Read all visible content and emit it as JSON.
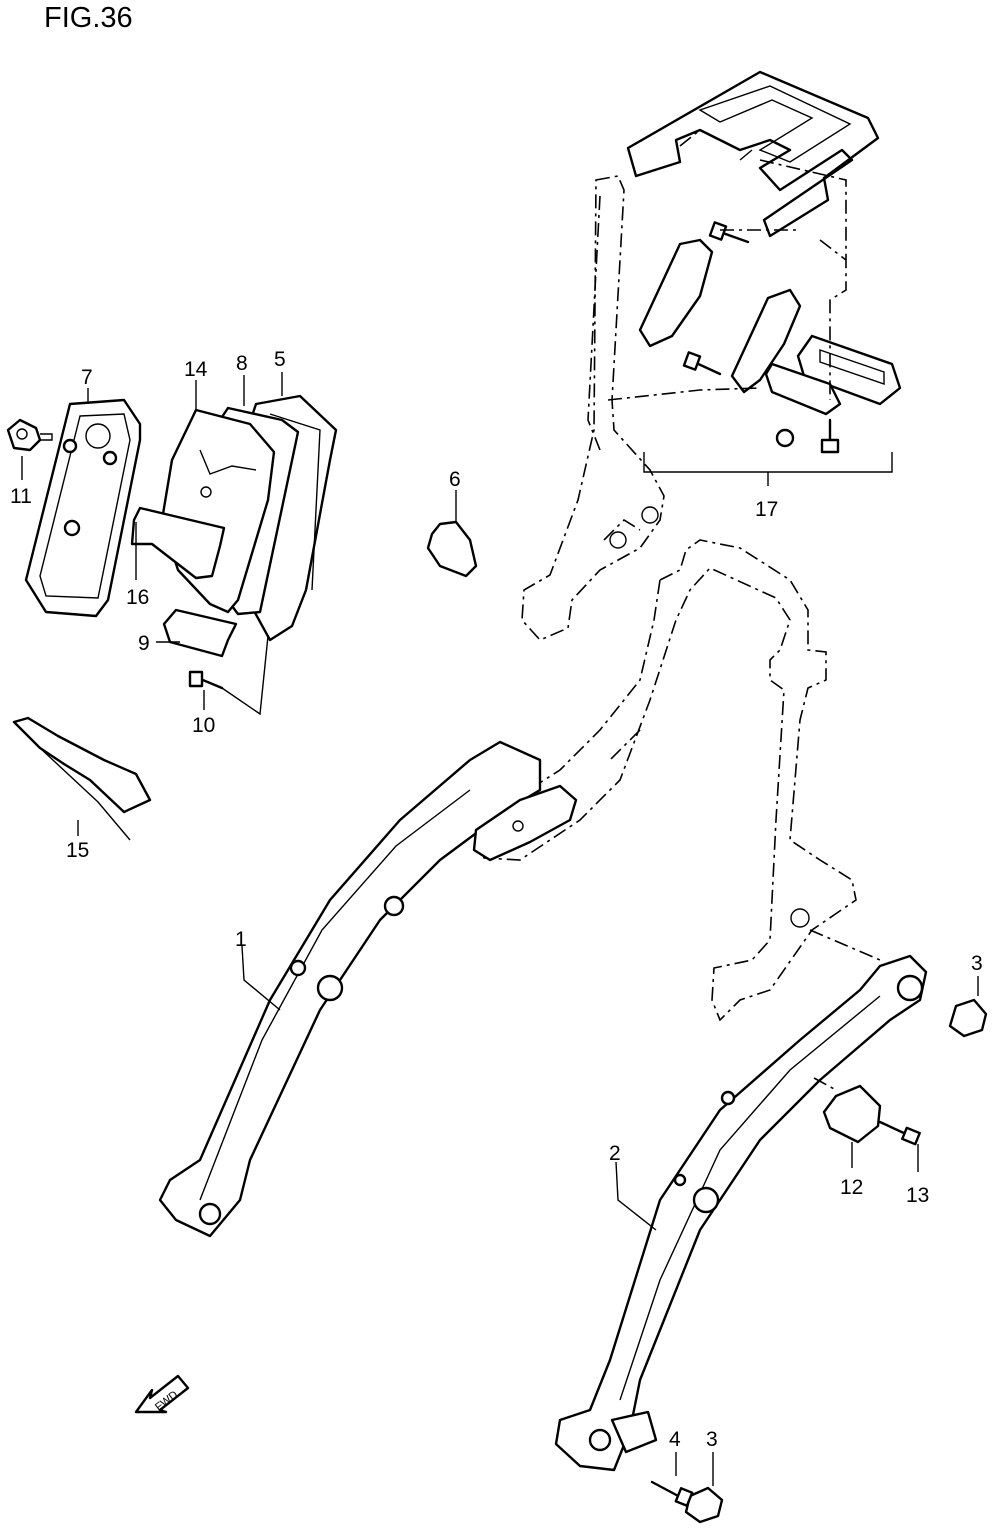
{
  "figure": {
    "title": "FIG.36"
  },
  "fwd_label": "FWD",
  "callouts": [
    {
      "id": "c1",
      "label": "1"
    },
    {
      "id": "c2",
      "label": "2"
    },
    {
      "id": "c3a",
      "label": "3"
    },
    {
      "id": "c3b",
      "label": "3"
    },
    {
      "id": "c4",
      "label": "4"
    },
    {
      "id": "c5",
      "label": "5"
    },
    {
      "id": "c6",
      "label": "6"
    },
    {
      "id": "c7",
      "label": "7"
    },
    {
      "id": "c8",
      "label": "8"
    },
    {
      "id": "c9",
      "label": "9"
    },
    {
      "id": "c10",
      "label": "10"
    },
    {
      "id": "c11",
      "label": "11"
    },
    {
      "id": "c12",
      "label": "12"
    },
    {
      "id": "c13",
      "label": "13"
    },
    {
      "id": "c14",
      "label": "14"
    },
    {
      "id": "c15",
      "label": "15"
    },
    {
      "id": "c16",
      "label": "16"
    },
    {
      "id": "c17",
      "label": "17"
    }
  ]
}
